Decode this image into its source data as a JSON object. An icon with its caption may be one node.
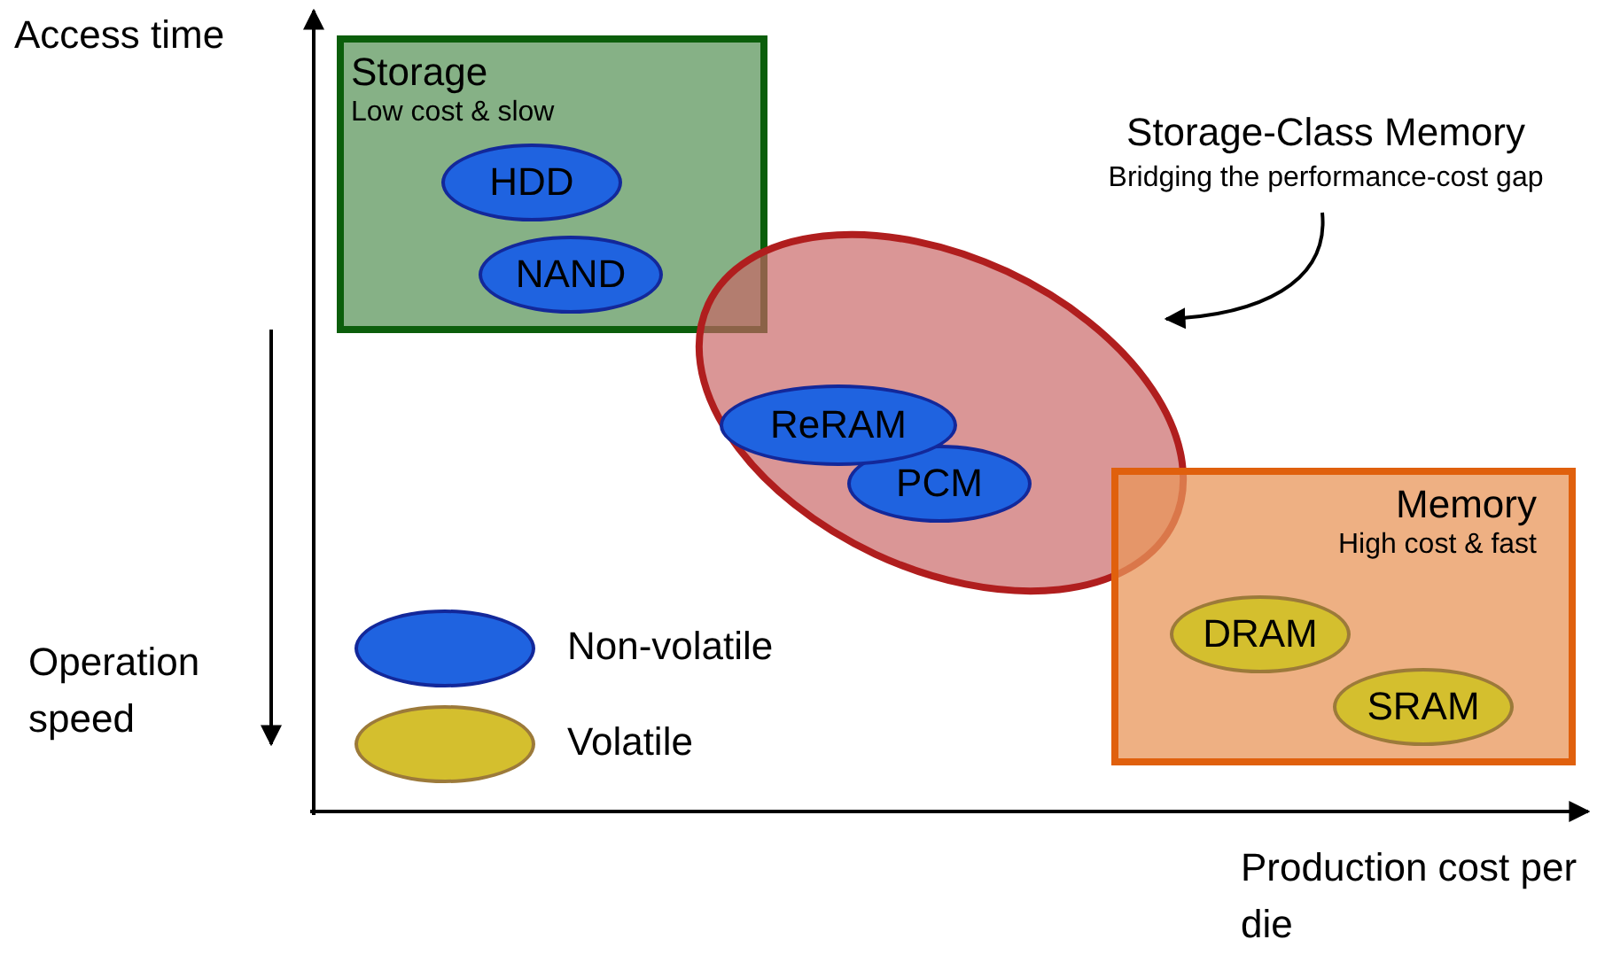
{
  "diagram": {
    "nodes": [
      {
        "text": [
          "Storage",
          "Low cost & slow"
        ]
      },
      {
        "text": [
          "HDD"
        ],
        "in": 0
      },
      {
        "text": [
          "NAND"
        ],
        "in": 0
      },
      {
        "text": [
          "Storage-Class Memory",
          "Bridging the performance-cost gap"
        ]
      },
      {
        "text": [],
        "shape": "ellipse"
      },
      {
        "text": [
          "ReRAM"
        ],
        "in": 4
      },
      {
        "text": [
          "PCM"
        ],
        "in": 4
      },
      {
        "text": [
          "Memory",
          "High cost & fast"
        ]
      },
      {
        "text": [
          "DRAM"
        ],
        "in": 7
      },
      {
        "text": [
          "SRAM"
        ],
        "in": 7
      }
    ],
    "edges": [
      {
        "from": 3,
        "to": 4,
        "arrow": "to"
      }
    ],
    "labels": [
      "Access time",
      "Operation speed",
      "Production cost per die"
    ],
    "legend": [
      {
        "text": "Non-volatile",
        "color": "#1f63e0"
      },
      {
        "text": "Volatile",
        "color": "#d4bf2e"
      }
    ]
  }
}
